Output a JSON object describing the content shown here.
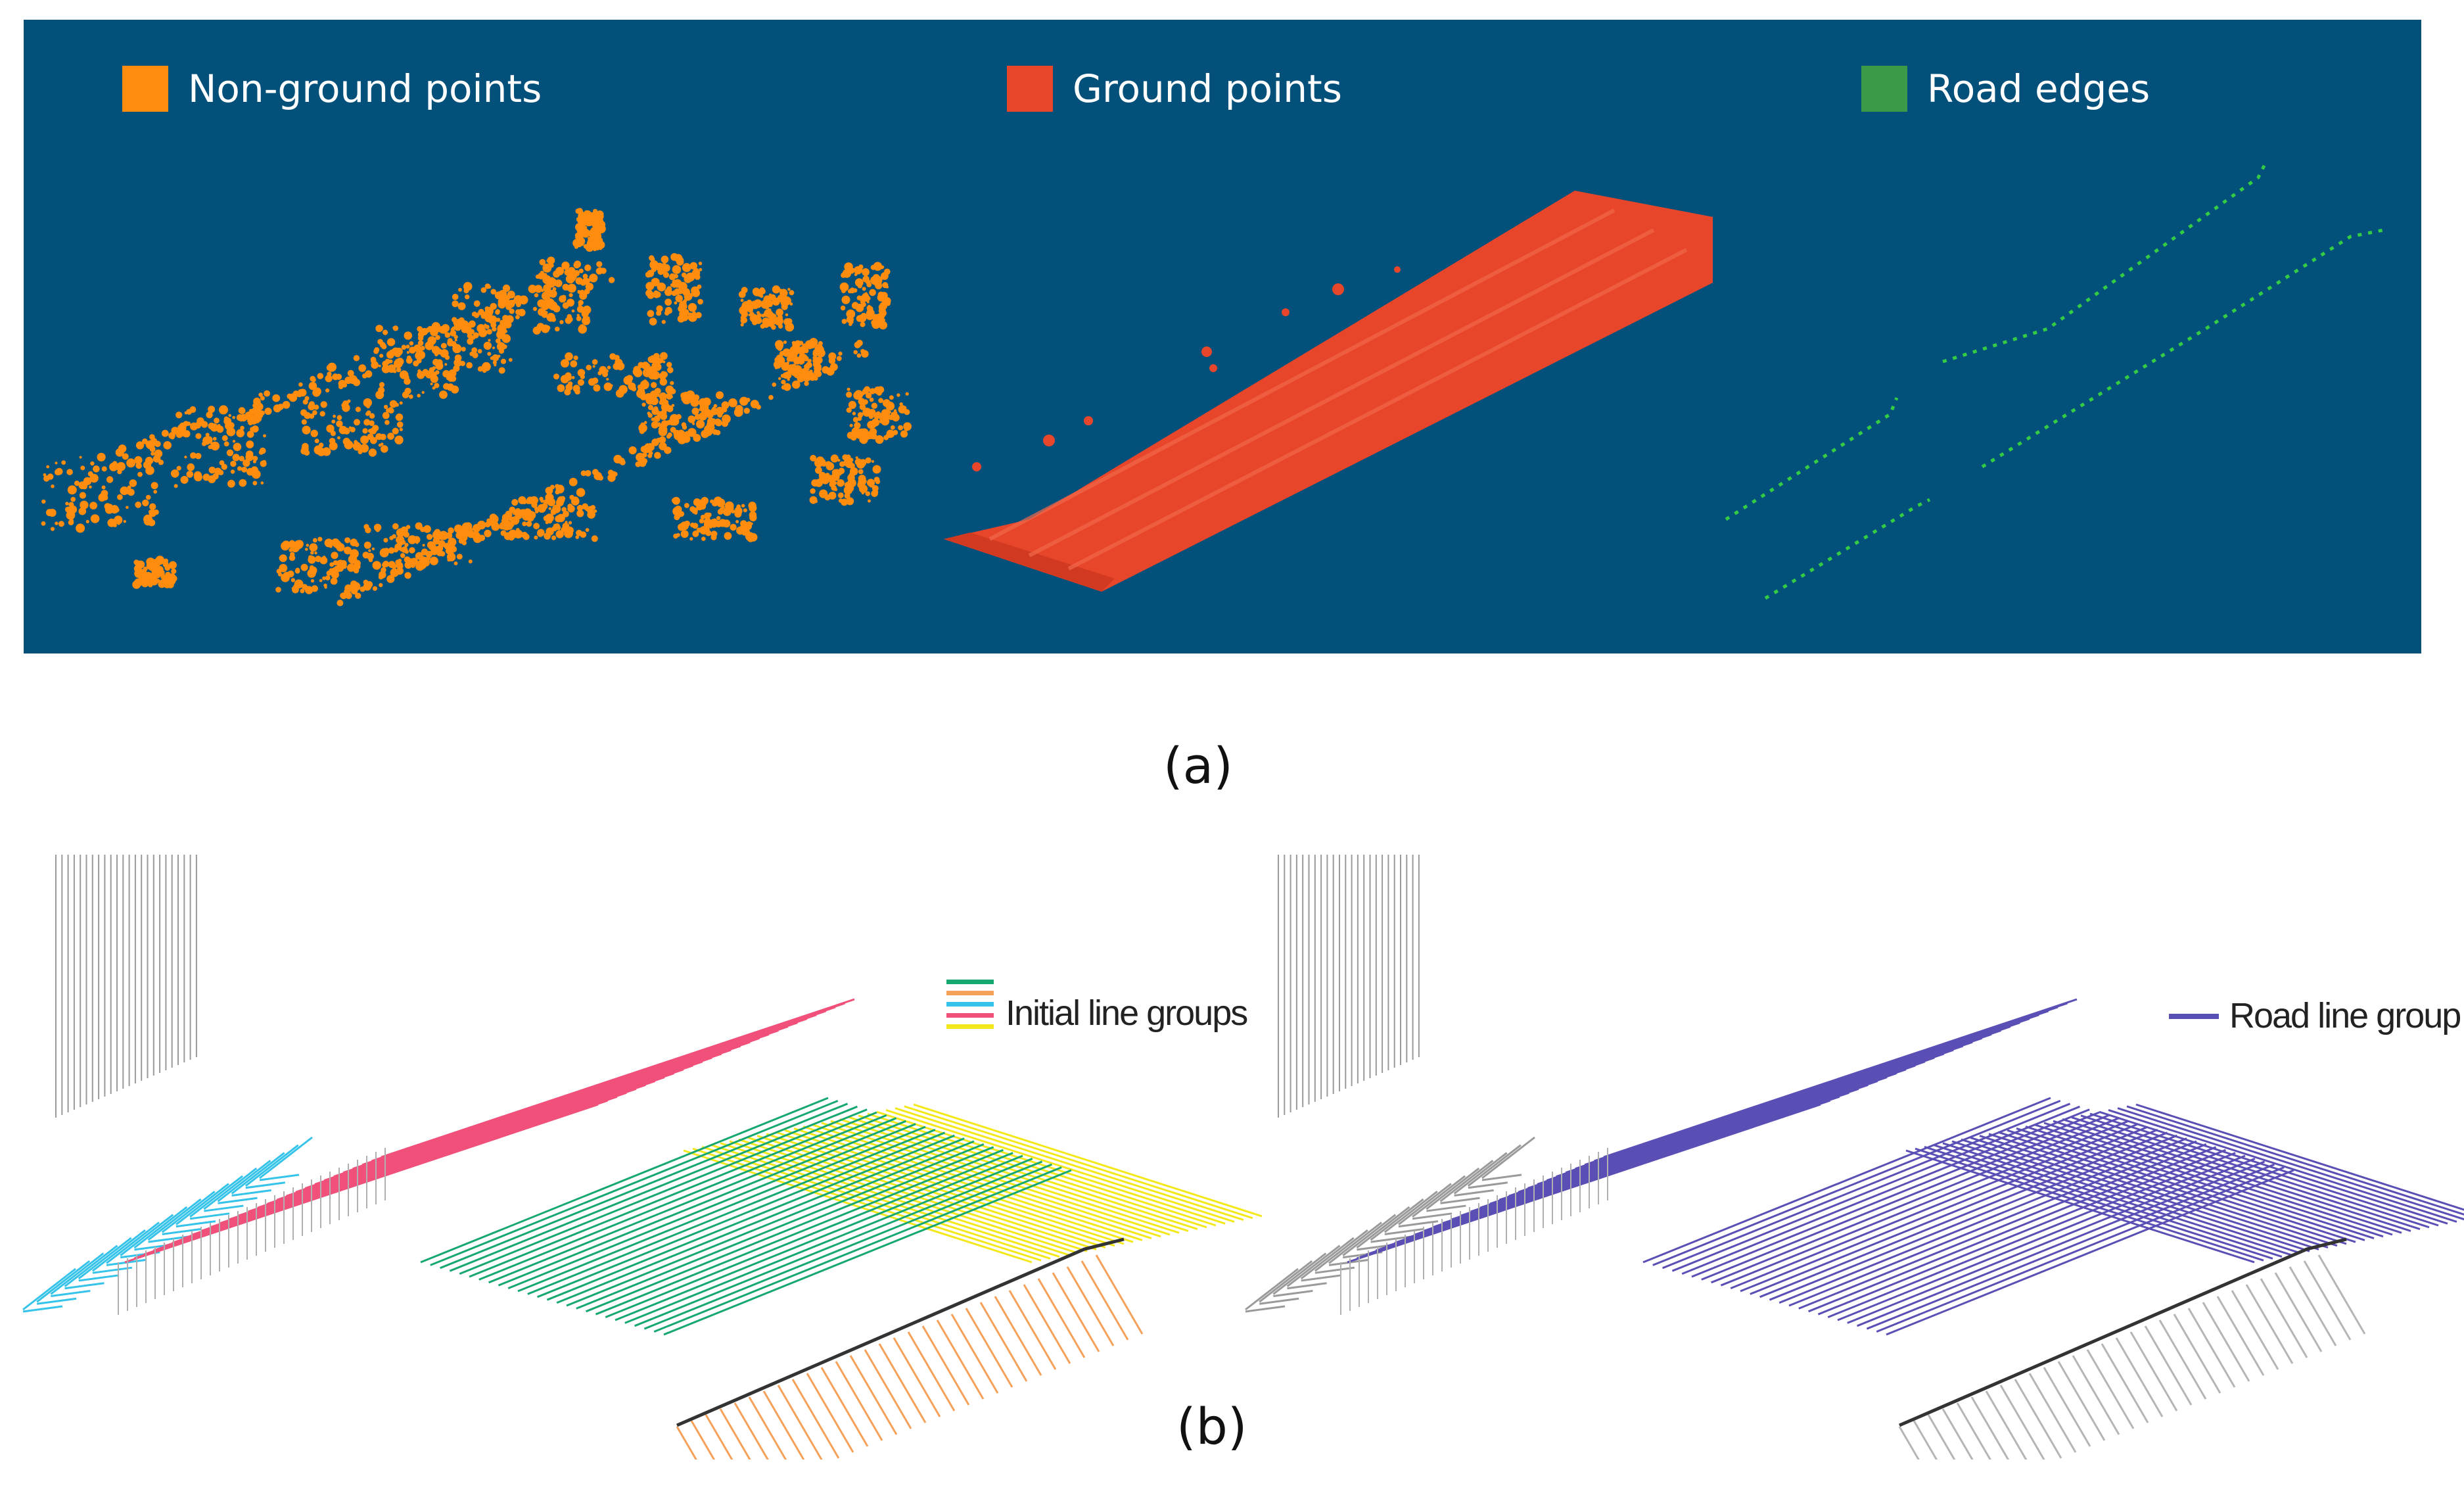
{
  "panel_a": {
    "legend": [
      {
        "label": "Non-ground points",
        "color": "#ff8c0d"
      },
      {
        "label": "Ground points",
        "color": "#e8462a"
      },
      {
        "label": "Road edges",
        "color": "#3a9a48"
      }
    ],
    "background_color": "#03507a",
    "caption": "(a)"
  },
  "panel_b": {
    "left_legend": {
      "label": "Initial line groups",
      "colors": [
        "#16a870",
        "#f5a15a",
        "#35c3ea",
        "#f0507a",
        "#f3e81c"
      ]
    },
    "right_legend": {
      "label": "Road line group",
      "color": "#5a4fb5"
    },
    "caption": "(b)"
  }
}
